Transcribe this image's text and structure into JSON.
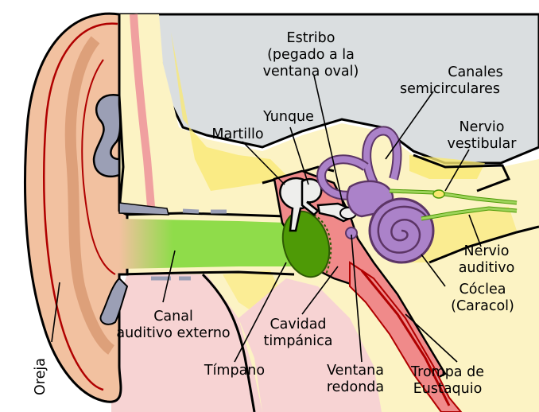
{
  "labels": {
    "oreja": "Oreja",
    "canal_1": "Canal",
    "canal_2": "auditivo externo",
    "timpano": "Tímpano",
    "cavidad_1": "Cavidad",
    "cavidad_2": "timpánica",
    "ventana_1": "Ventana",
    "ventana_2": "redonda",
    "trompa_1": "Trompa de",
    "trompa_2": "Eustaquio",
    "coclea_1": "Cóclea",
    "coclea_2": "(Caracol)",
    "nervio_aud_1": "Nervio",
    "nervio_aud_2": "auditivo",
    "nervio_vest_1": "Nervio",
    "nervio_vest_2": "vestibular",
    "canales_1": "Canales",
    "canales_2": "semicirculares",
    "estribo_1": "Estribo",
    "estribo_2": "(pegado a la",
    "estribo_3": "ventana oval)",
    "yunque": "Yunque",
    "martillo": "Martillo"
  },
  "colors": {
    "bone": "#fcf3c4",
    "bone_yellow": "#f9e870",
    "gray_fill": "#dadee0",
    "skin": "#f2c1a0",
    "skin_dark": "#d4926a",
    "pink": "#f7d3d3",
    "red_tissue": "#f08a8a",
    "red_line": "#b00000",
    "green_canal": "#8fdc4a",
    "green_dark": "#4e9a06",
    "purple": "#ab82c9",
    "purple_dark": "#5c3566",
    "nerve_green": "#9dd35a",
    "cartilage": "#9b9fb5"
  }
}
